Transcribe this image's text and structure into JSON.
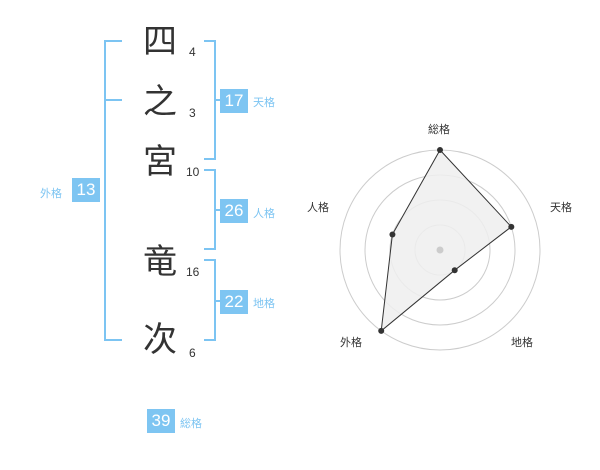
{
  "name_chars": [
    {
      "char": "四",
      "strokes": "4"
    },
    {
      "char": "之",
      "strokes": "3"
    },
    {
      "char": "宮",
      "strokes": "10"
    },
    {
      "char": "竜",
      "strokes": "16"
    },
    {
      "char": "次",
      "strokes": "6"
    }
  ],
  "kaku": {
    "tenkaku": {
      "value": "17",
      "label": "天格"
    },
    "jinkaku": {
      "value": "26",
      "label": "人格"
    },
    "chikaku": {
      "value": "22",
      "label": "地格"
    },
    "gaikaku": {
      "value": "13",
      "label": "外格"
    },
    "soukaku": {
      "value": "39",
      "label": "総格"
    }
  },
  "radar": {
    "axes": [
      "総格",
      "天格",
      "地格",
      "外格",
      "人格"
    ],
    "values": [
      4,
      3,
      1,
      4,
      2
    ],
    "max": 4,
    "rings": 4,
    "colors": {
      "ring": "#cccccc",
      "polygon_fill": "#eeeeee",
      "polygon_stroke": "#333333",
      "point": "#333333",
      "center": "#cccccc"
    }
  },
  "colors": {
    "accent": "#7ec5f2",
    "text": "#333333"
  }
}
